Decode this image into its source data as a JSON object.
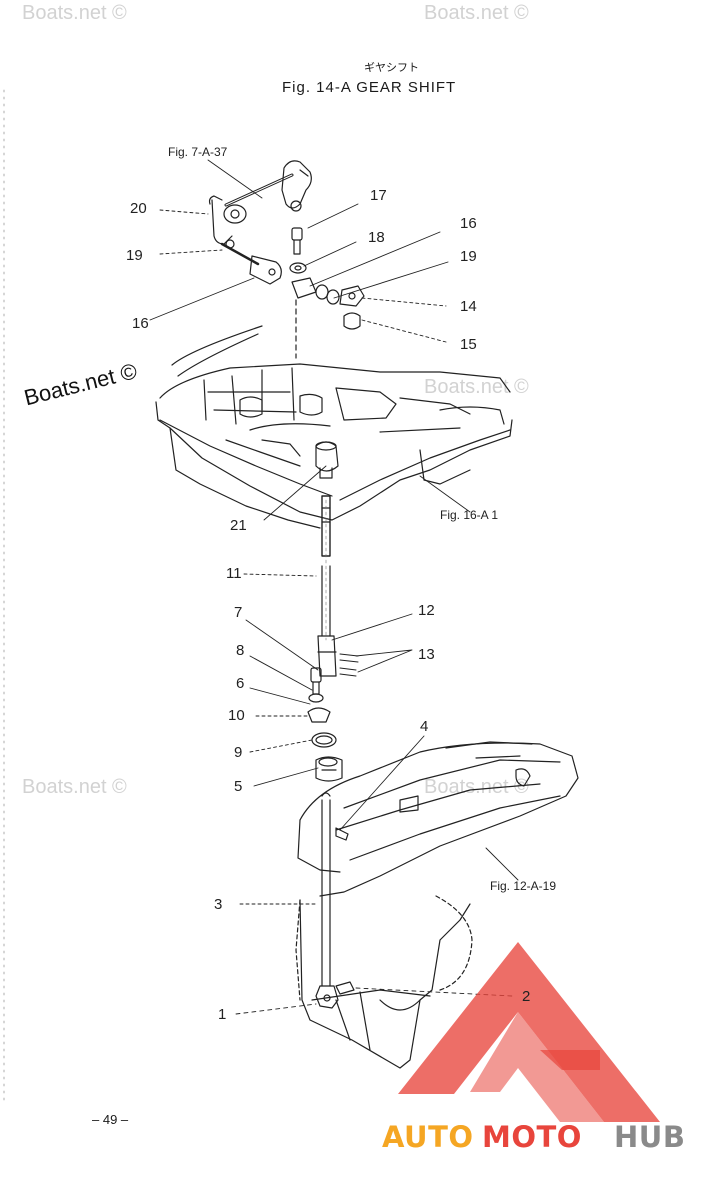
{
  "header": {
    "jp_caption": "ギヤシフト",
    "fig_title": "Fig. 14-A  GEAR SHIFT"
  },
  "watermarks": [
    "Boats.net ©",
    "Boats.net ©",
    "Boats.net ©",
    "Boats.net ©",
    "Boats.net ©",
    "Boats.net ©"
  ],
  "figure_refs": {
    "top": "Fig. 7-A-37",
    "mid": "Fig. 16-A 1",
    "low": "Fig. 12-A-19"
  },
  "callouts": {
    "c20": "20",
    "c19a": "19",
    "c16a": "16",
    "c17": "17",
    "c18": "18",
    "c16b": "16",
    "c19b": "19",
    "c14": "14",
    "c15": "15",
    "c21": "21",
    "c11": "11",
    "c12": "12",
    "c7": "7",
    "c13": "13",
    "c8": "8",
    "c6": "6",
    "c10": "10",
    "c4": "4",
    "c9": "9",
    "c5": "5",
    "c3": "3",
    "c2": "2",
    "c1": "1"
  },
  "page_number": "– 49 –",
  "logo": {
    "word_a": "AUTO",
    "word_b": "MOTO",
    "word_c": "HUB",
    "colors": {
      "red": "#e8453c",
      "orange": "#f5a623",
      "grey": "#8a8a8a"
    }
  }
}
